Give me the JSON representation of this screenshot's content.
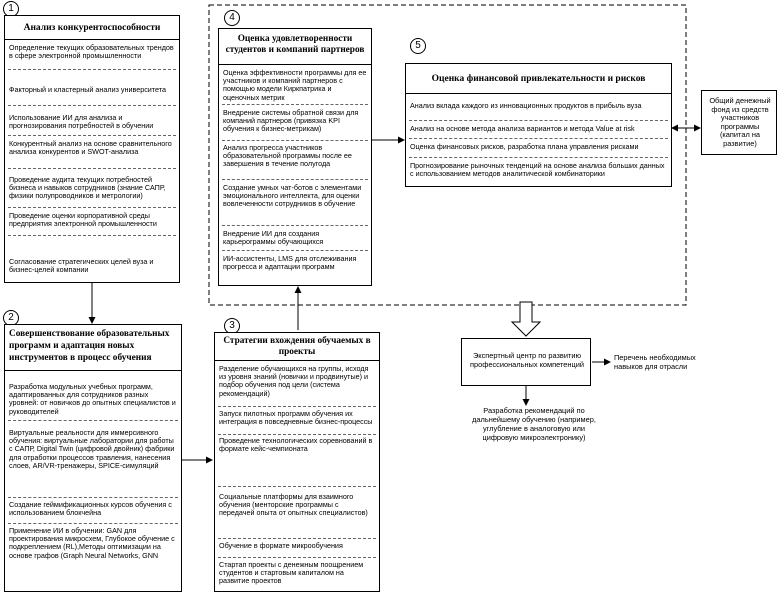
{
  "nums": {
    "n1": "1",
    "n2": "2",
    "n3": "3",
    "n4": "4",
    "n5": "5"
  },
  "box1": {
    "title": "Анализ конкурентоспособности",
    "items": [
      "Определение текущих образовательных трендов в сфере электронной промышленности",
      "Факторный и кластерный анализ университета",
      "Использование ИИ для анализа и прогнозирования потребностей в обучении",
      "Конкурентный анализ на основе сравнительного анализа конкурентов и SWOT-анализа",
      "Проведение аудита текущих потребностей бизнеса и навыков сотрудников (знание САПР, физики полупроводников и метрологии)",
      "Проведение оценки корпоративной среды предприятия электронной промышленности",
      "Согласование стратегических целей вуза и бизнес-целей компании"
    ]
  },
  "box2": {
    "title": "Совершенствование образовательных программ и адаптация новых инструментов в процесс обучения",
    "items": [
      "Разработка модульных учебных программ, адаптированных для сотрудников разных уровней: от новичков до опытных специалистов и руководителей",
      "Виртуальные реальности для иммерсивного обучения: виртуальные лаборатории для работы с САПР, Digital Twin (цифровой двойник) фабрики для отработки процессов травления, нанесения слоев, AR/VR-тренажеры, SPICE-симуляций",
      "Создание геймификационных курсов обучения с использованием блокчейна",
      "Применение ИИ в обучении: GAN для проектирования микросхем, Глубокое обучение с подкреплением (RL),Методы оптимизации на основе графов (Graph Neural Networks, GNN"
    ]
  },
  "box3": {
    "title": "Стратегии вхождения обучаемых в проекты",
    "items": [
      "Разделение обучающихся на группы, исходя из уровня знаний (новички и продвинутые) и подбор обучения под цели (система рекомендаций)",
      "Запуск пилотных программ обучения их интеграция в повседневные бизнес-процессы",
      "Проведение технологических соревнований в формате кейс-чемпионата",
      "Социальные платформы для взаимного обучения (менторские программы с передачей опыта от опытных специалистов)",
      "Обучение в формате микрообучения",
      "Стартап проекты с денежным поощрением студентов и стартовым капиталом на развитие проектов"
    ]
  },
  "box4": {
    "title": "Оценка удовлетворенности студентов и компаний партнеров",
    "items": [
      "Оценка эффективности программы для ее участников и компаний партнеров с помощью модели Киркпатрика и оценочных метрик",
      "Внедрение системы обратной связи для компаний партнеров (привязка KPI обучения к бизнес-метрикам)",
      "Анализ прогресса участников образовательной программы после ее завершения в течение полугода",
      "Создание умных чат-ботов с элементами эмоционального интеллекта, для оценки вовлеченности сотрудников в обучение",
      "Внедрение ИИ для создания карьерограммы обучающихся",
      "ИИ-ассистенты, LMS для отслеживания прогресса и адаптации программ"
    ]
  },
  "box5": {
    "title": "Оценка финансовой привлекательности и рисков",
    "items": [
      "Анализ вклада каждого из инновационных продуктов в прибыль вуза",
      "Анализ на основе метода анализа вариантов и метода Value at risk",
      "Оценка финансовых рисков, разработка плана управления рисками",
      "Прогнозирование рыночных тенденций на основе анализа больших данных с использованием методов аналитической комбинаторики"
    ]
  },
  "fund": "Общий денежный фонд из средств участников программы (капитал на развитие)",
  "expert": "Экспертный центр по развитию профессиональных компетенций",
  "skills": "Перечень необходимых навыков для отрасли",
  "recommend": "Разработка рекомендаций по дальнейшему обучению (например, углубление в аналоговую или цифровую микроэлектронику)"
}
